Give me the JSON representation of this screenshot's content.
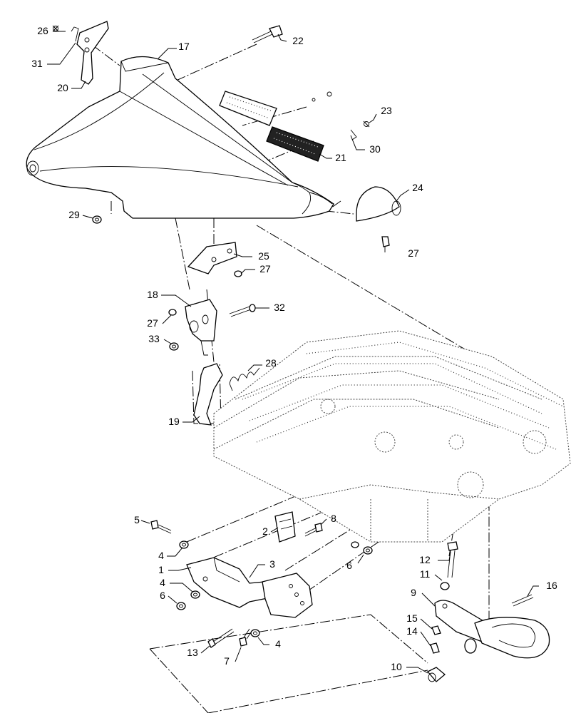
{
  "callouts": [
    {
      "id": "c26",
      "label": "26"
    },
    {
      "id": "c31",
      "label": "31"
    },
    {
      "id": "c20",
      "label": "20"
    },
    {
      "id": "c17",
      "label": "17"
    },
    {
      "id": "c22",
      "label": "22"
    },
    {
      "id": "c23",
      "label": "23"
    },
    {
      "id": "c30",
      "label": "30"
    },
    {
      "id": "c21",
      "label": "21"
    },
    {
      "id": "c24",
      "label": "24"
    },
    {
      "id": "c29",
      "label": "29"
    },
    {
      "id": "c25",
      "label": "25"
    },
    {
      "id": "c27a",
      "label": "27"
    },
    {
      "id": "c27b",
      "label": "27"
    },
    {
      "id": "c18",
      "label": "18"
    },
    {
      "id": "c32",
      "label": "32"
    },
    {
      "id": "c27c",
      "label": "27"
    },
    {
      "id": "c33",
      "label": "33"
    },
    {
      "id": "c28",
      "label": "28"
    },
    {
      "id": "c19",
      "label": "19"
    },
    {
      "id": "c5",
      "label": "5"
    },
    {
      "id": "c2",
      "label": "2"
    },
    {
      "id": "c8",
      "label": "8"
    },
    {
      "id": "c4a",
      "label": "4"
    },
    {
      "id": "c1",
      "label": "1"
    },
    {
      "id": "c3",
      "label": "3"
    },
    {
      "id": "c6a",
      "label": "6"
    },
    {
      "id": "c4b",
      "label": "4"
    },
    {
      "id": "c6b",
      "label": "6"
    },
    {
      "id": "c4c",
      "label": "4"
    },
    {
      "id": "c13",
      "label": "13"
    },
    {
      "id": "c7",
      "label": "7"
    },
    {
      "id": "c12",
      "label": "12"
    },
    {
      "id": "c11",
      "label": "11"
    },
    {
      "id": "c9",
      "label": "9"
    },
    {
      "id": "c16",
      "label": "16"
    },
    {
      "id": "c15",
      "label": "15"
    },
    {
      "id": "c14",
      "label": "14"
    },
    {
      "id": "c10",
      "label": "10"
    }
  ]
}
